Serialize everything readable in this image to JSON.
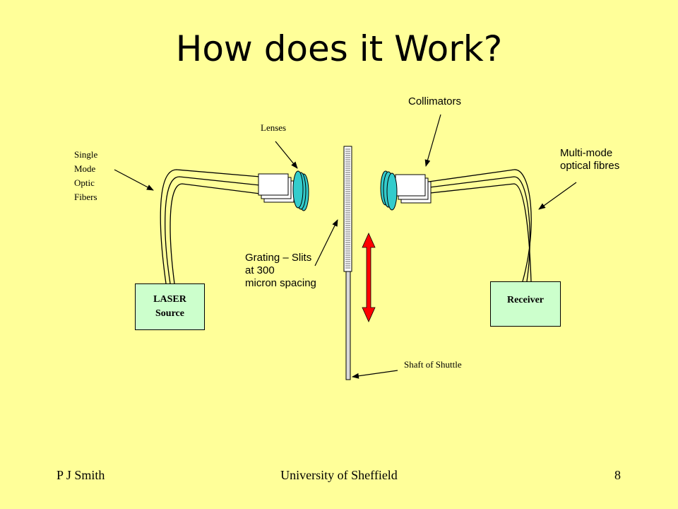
{
  "title": "How does it Work?",
  "labels": {
    "single_mode": [
      "Single",
      "Mode",
      "Optic",
      "Fibers"
    ],
    "lenses": "Lenses",
    "collimators": "Collimators",
    "multimode": [
      "Multi-mode",
      "optical fibres"
    ],
    "grating": [
      "Grating – Slits",
      "at 300",
      "micron spacing"
    ],
    "shaft": "Shaft of Shuttle"
  },
  "boxes": {
    "laser": [
      "LASER",
      "Source"
    ],
    "receiver": "Receiver"
  },
  "footer": {
    "author": "P J Smith",
    "institution": "University of Sheffield",
    "page": "8"
  },
  "colors": {
    "background": "#ffff99",
    "box_fill": "#ccffcc",
    "lens_fill": "#33cccc",
    "arrow_red": "#ff0000"
  }
}
